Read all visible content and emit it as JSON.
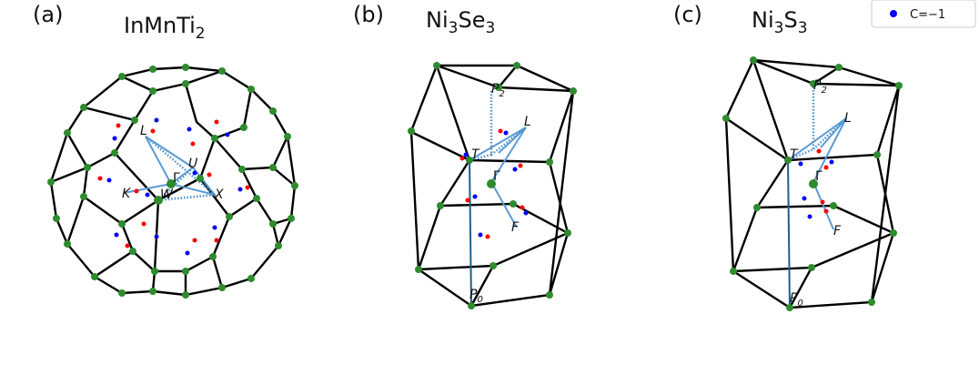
{
  "panels": [
    {
      "tag": "(a)",
      "title_main": "InMnTi",
      "title_sub": "2",
      "title_tail": ""
    },
    {
      "tag": "(b)",
      "title_main": "Ni",
      "title_sub": "3",
      "title_tail": "Se",
      "title_sub2": "3"
    },
    {
      "tag": "(c)",
      "title_main": "Ni",
      "title_sub": "3",
      "title_tail": "S",
      "title_sub2": "3"
    }
  ],
  "legend": {
    "label": "C=−1",
    "marker_color": "#0000ff"
  },
  "points": {
    "a": {
      "L": "L",
      "U": "U",
      "G": "Γ",
      "K": "K",
      "W": "W",
      "X": "X"
    },
    "b": {
      "P2": "P",
      "P2s": "2",
      "L": "L",
      "T": "T",
      "G": "Γ",
      "F": "F",
      "P0": "P",
      "P0s": "0"
    },
    "c": {
      "P2": "P",
      "P2s": "2",
      "L": "L",
      "T": "T",
      "G": "Γ",
      "F": "F",
      "P0": "P",
      "P0s": "0"
    }
  },
  "colors": {
    "positive_chirality": "#ff0000",
    "negative_chirality": "#0000ff",
    "vertex": "#2e8b2e"
  }
}
